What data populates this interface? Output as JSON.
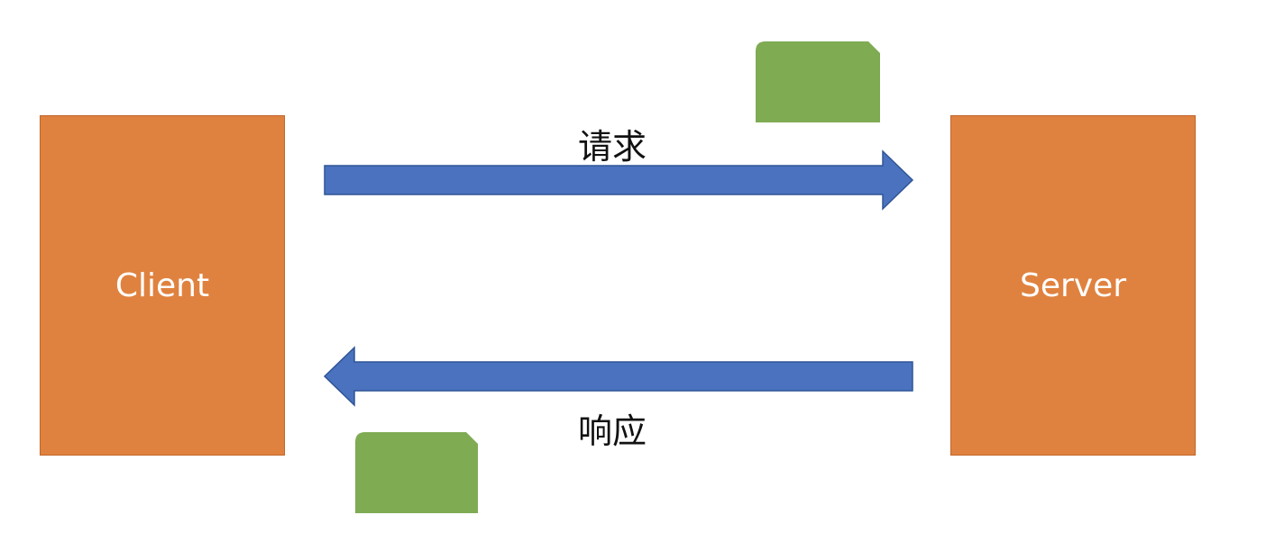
{
  "colors": {
    "node_fill": "#E0823F",
    "node_stroke": "#C0652A",
    "arrow_fill": "#4A72BE",
    "arrow_stroke": "#2F5597",
    "packet_fill": "#7FAB53"
  },
  "nodes": {
    "client": {
      "label": "Client"
    },
    "server": {
      "label": "Server"
    }
  },
  "edges": {
    "request": {
      "label": "请求",
      "direction": "client-to-server"
    },
    "response": {
      "label": "响应",
      "direction": "server-to-client"
    }
  },
  "icons": {
    "request_packet": "document-packet-icon",
    "response_packet": "document-packet-icon"
  }
}
